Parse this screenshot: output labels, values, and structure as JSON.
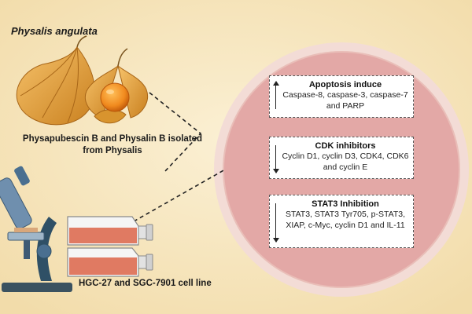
{
  "header": {
    "species": "Physalis angulata"
  },
  "source_label": "Physapubescin B and Physalin B isolated from Physalis",
  "cell_line_label": "HGC-27 and SGC-7901 cell line",
  "effects": [
    {
      "direction": "up",
      "title": "Apoptosis induce",
      "body": "Caspase-8, caspase-3, caspase-7 and PARP"
    },
    {
      "direction": "down",
      "title": "CDK inhibitors",
      "body": "Cyclin D1, cyclin D3, CDK4, CDK6 and cyclin E"
    },
    {
      "direction": "down",
      "title": "STAT3 Inhibition",
      "body": "STAT3, STAT3 Tyr705, p-STAT3, XIAP, c-Myc, cyclin D1 and IL-11"
    }
  ],
  "colors": {
    "background": "#f7e7c2",
    "circle_fill": "#e3a8a6",
    "circle_ring": "#f3dcd6",
    "flask_media": "#e07a62",
    "fruit_orange": "#f08a1e",
    "husk": "#e0a048"
  }
}
